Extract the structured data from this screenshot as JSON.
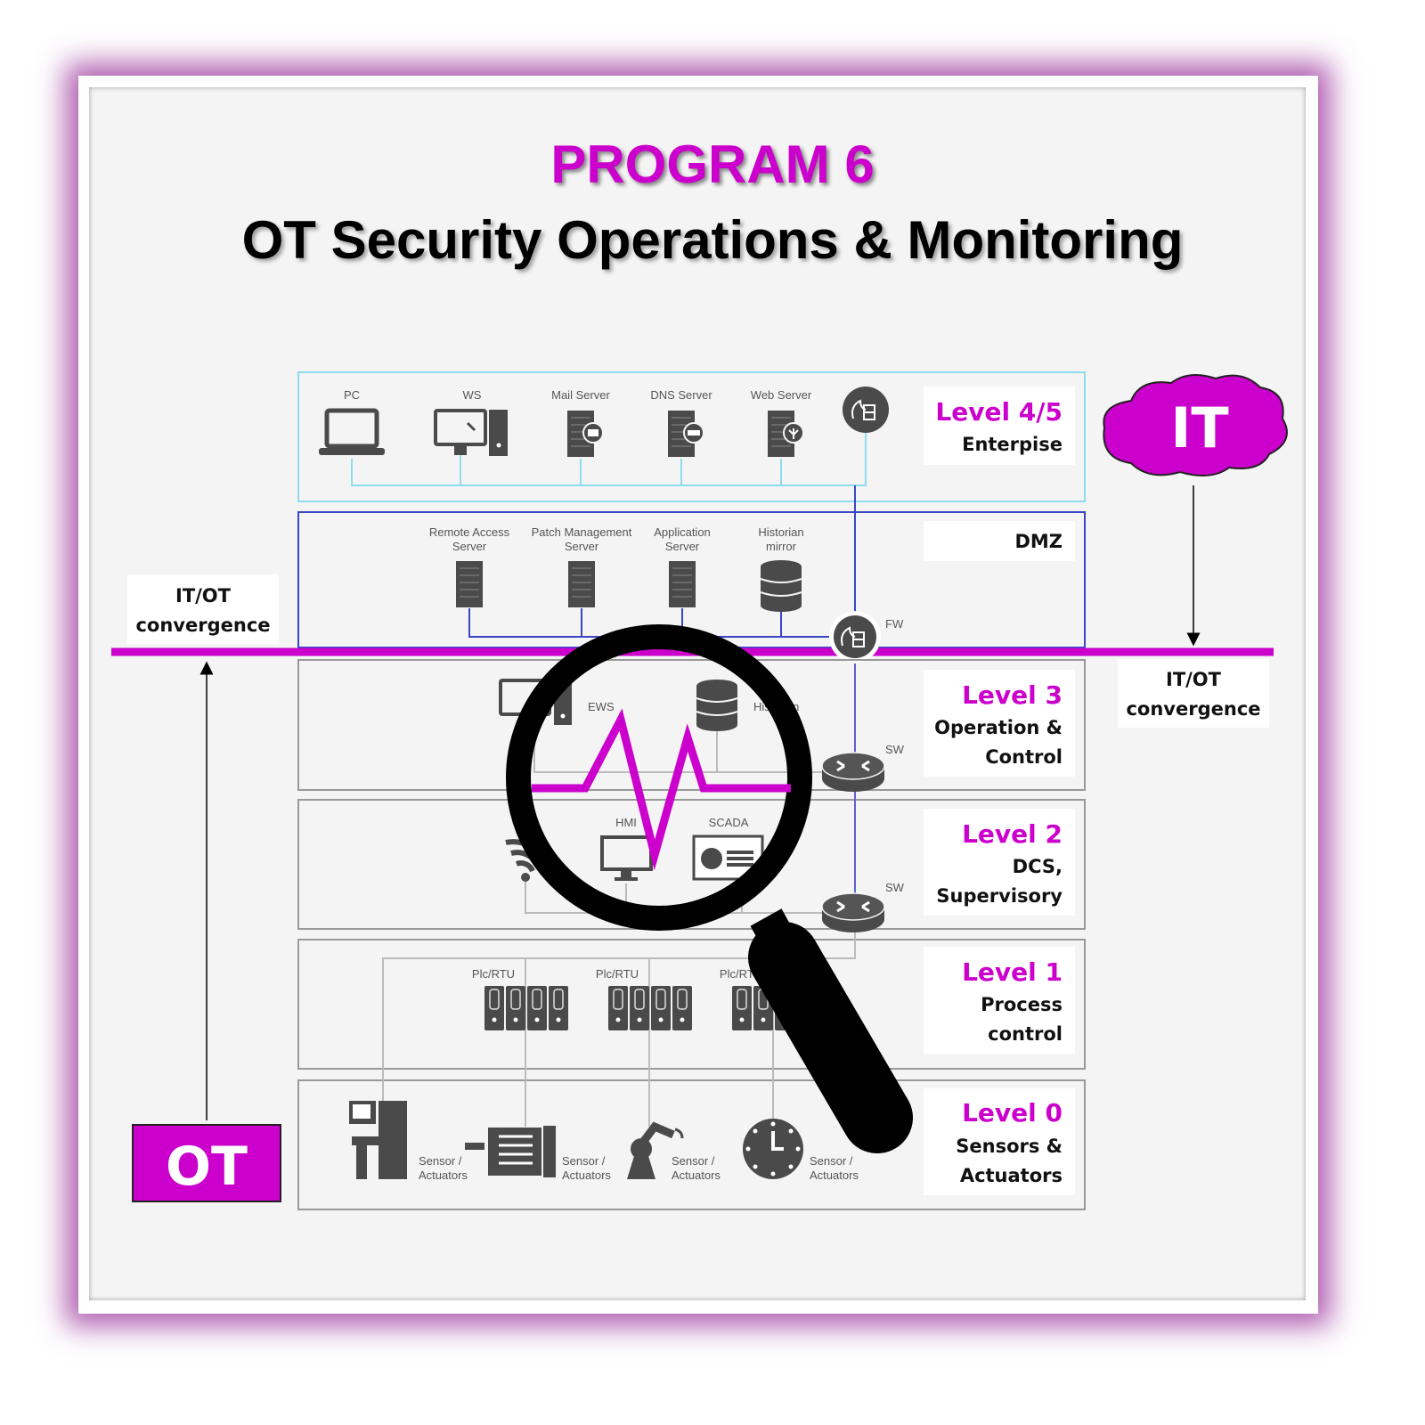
{
  "header": {
    "program": "PROGRAM 6",
    "title": "OT Security Operations & Monitoring"
  },
  "colors": {
    "accent": "#cc00cc",
    "enterprise_border": "#8fdcef",
    "dmz_border": "#3a46c8",
    "icon": "#4a4a4a"
  },
  "it_badge": "IT",
  "ot_badge": "OT",
  "convergence": {
    "left": [
      "IT/OT",
      "convergence"
    ],
    "right": [
      "IT/OT",
      "convergence"
    ]
  },
  "levels": [
    {
      "name": "Level 4/5",
      "desc": [
        "Enterpise"
      ]
    },
    {
      "name": "",
      "desc": [
        "DMZ"
      ]
    },
    {
      "name": "Level 3",
      "desc": [
        "Operation &",
        "Control"
      ]
    },
    {
      "name": "Level 2",
      "desc": [
        "DCS,",
        "Supervisory"
      ]
    },
    {
      "name": "Level 1",
      "desc": [
        "Process",
        "control"
      ]
    },
    {
      "name": "Level 0",
      "desc": [
        "Sensors &",
        "Actuators"
      ]
    }
  ],
  "enterprise_devices": [
    "PC",
    "WS",
    "Mail Server",
    "DNS Server",
    "Web Server"
  ],
  "dmz_devices": [
    [
      "Remote Access",
      "Server"
    ],
    [
      "Patch Management",
      "Server"
    ],
    [
      "Application",
      "Server"
    ],
    [
      "Historian",
      "mirror"
    ]
  ],
  "network": {
    "fw": "FW",
    "sw": "SW"
  },
  "level3_devices": [
    "EWS",
    "Historian"
  ],
  "level2_devices": [
    "HMI",
    "SCADA"
  ],
  "level1_devices": [
    "Plc/RTU",
    "Plc/RTU",
    "Plc/RTU"
  ],
  "level0_devices": [
    [
      "Sensor /",
      "Actuators"
    ],
    [
      "Sensor /",
      "Actuators"
    ],
    [
      "Sensor /",
      "Actuators"
    ],
    [
      "Sensor /",
      "Actuators"
    ]
  ]
}
